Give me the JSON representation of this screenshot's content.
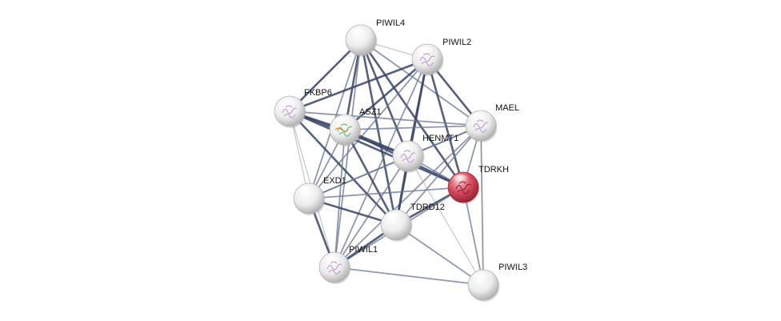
{
  "network": {
    "colors": {
      "edge_strong": "#3a4566",
      "edge_medium": "#6b7592",
      "edge_weak": "#a8aebf",
      "node_default": "#f2f2f2",
      "node_shadow": "#9a9a9a",
      "node_query": "#c8344a",
      "node_query_light": "#f4b5bd"
    },
    "nodes": [
      {
        "id": "PIWIL4",
        "label": "PIWIL4",
        "query": false,
        "structure": false
      },
      {
        "id": "PIWIL2",
        "label": "PIWIL2",
        "query": false,
        "structure": true
      },
      {
        "id": "FKBP6",
        "label": "FKBP6",
        "query": false,
        "structure": true
      },
      {
        "id": "ASZ1",
        "label": "ASZ1",
        "query": false,
        "structure": true
      },
      {
        "id": "MAEL",
        "label": "MAEL",
        "query": false,
        "structure": true
      },
      {
        "id": "HENMT1",
        "label": "HENMT1",
        "query": false,
        "structure": true
      },
      {
        "id": "TDRKH",
        "label": "TDRKH",
        "query": true,
        "structure": true
      },
      {
        "id": "EXD1",
        "label": "EXD1",
        "query": false,
        "structure": false
      },
      {
        "id": "TDRD12",
        "label": "TDRD12",
        "query": false,
        "structure": false
      },
      {
        "id": "PIWIL1",
        "label": "PIWIL1",
        "query": false,
        "structure": true
      },
      {
        "id": "PIWIL3",
        "label": "PIWIL3",
        "query": false,
        "structure": false
      }
    ],
    "edges": [
      [
        "PIWIL4",
        "PIWIL2",
        1
      ],
      [
        "PIWIL4",
        "FKBP6",
        3
      ],
      [
        "PIWIL4",
        "ASZ1",
        3
      ],
      [
        "PIWIL4",
        "MAEL",
        2
      ],
      [
        "PIWIL4",
        "HENMT1",
        3
      ],
      [
        "PIWIL4",
        "TDRKH",
        3
      ],
      [
        "PIWIL4",
        "EXD1",
        2
      ],
      [
        "PIWIL4",
        "TDRD12",
        3
      ],
      [
        "PIWIL4",
        "PIWIL1",
        2
      ],
      [
        "PIWIL2",
        "FKBP6",
        3
      ],
      [
        "PIWIL2",
        "ASZ1",
        3
      ],
      [
        "PIWIL2",
        "MAEL",
        3
      ],
      [
        "PIWIL2",
        "HENMT1",
        3
      ],
      [
        "PIWIL2",
        "TDRKH",
        3
      ],
      [
        "PIWIL2",
        "EXD1",
        2
      ],
      [
        "PIWIL2",
        "TDRD12",
        3
      ],
      [
        "PIWIL2",
        "PIWIL1",
        2
      ],
      [
        "FKBP6",
        "ASZ1",
        3
      ],
      [
        "FKBP6",
        "MAEL",
        2
      ],
      [
        "FKBP6",
        "HENMT1",
        3
      ],
      [
        "FKBP6",
        "TDRKH",
        3
      ],
      [
        "FKBP6",
        "EXD1",
        1
      ],
      [
        "FKBP6",
        "TDRD12",
        3
      ],
      [
        "FKBP6",
        "PIWIL1",
        1
      ],
      [
        "ASZ1",
        "MAEL",
        2
      ],
      [
        "ASZ1",
        "HENMT1",
        3
      ],
      [
        "ASZ1",
        "TDRKH",
        3
      ],
      [
        "ASZ1",
        "EXD1",
        2
      ],
      [
        "ASZ1",
        "TDRD12",
        3
      ],
      [
        "ASZ1",
        "PIWIL1",
        2
      ],
      [
        "MAEL",
        "HENMT1",
        2
      ],
      [
        "MAEL",
        "TDRKH",
        2
      ],
      [
        "MAEL",
        "EXD1",
        2
      ],
      [
        "MAEL",
        "TDRD12",
        2
      ],
      [
        "MAEL",
        "PIWIL1",
        2
      ],
      [
        "MAEL",
        "PIWIL3",
        2
      ],
      [
        "HENMT1",
        "TDRKH",
        2
      ],
      [
        "HENMT1",
        "EXD1",
        2
      ],
      [
        "HENMT1",
        "TDRD12",
        3
      ],
      [
        "HENMT1",
        "PIWIL1",
        2
      ],
      [
        "HENMT1",
        "PIWIL3",
        1
      ],
      [
        "TDRKH",
        "EXD1",
        2
      ],
      [
        "TDRKH",
        "TDRD12",
        3
      ],
      [
        "TDRKH",
        "PIWIL1",
        2
      ],
      [
        "TDRKH",
        "PIWIL3",
        2
      ],
      [
        "EXD1",
        "TDRD12",
        3
      ],
      [
        "EXD1",
        "PIWIL1",
        3
      ],
      [
        "TDRD12",
        "PIWIL1",
        3
      ],
      [
        "TDRD12",
        "PIWIL3",
        2
      ],
      [
        "PIWIL1",
        "PIWIL3",
        2
      ]
    ]
  }
}
